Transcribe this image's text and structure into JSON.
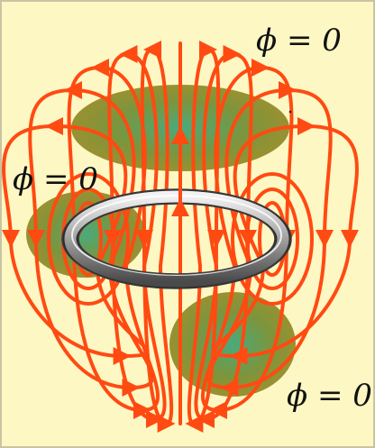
{
  "colors": {
    "background": "#fdf7c3",
    "border": "#c9c3a3",
    "field_line": "#ff4a12",
    "surface_fill": "#8f7e14",
    "surface_center": "#3fa77a",
    "ring_light": "#f2f2f2",
    "ring_mid": "#a9a9a9",
    "ring_dark": "#4a4a4a"
  },
  "labels": {
    "top_right": "ϕ = 0",
    "left": "ϕ = 0",
    "bottom_right": "ϕ = 0"
  },
  "icons": {
    "ring": "current-loop-ring",
    "surfaces": "equipotential-surface"
  }
}
